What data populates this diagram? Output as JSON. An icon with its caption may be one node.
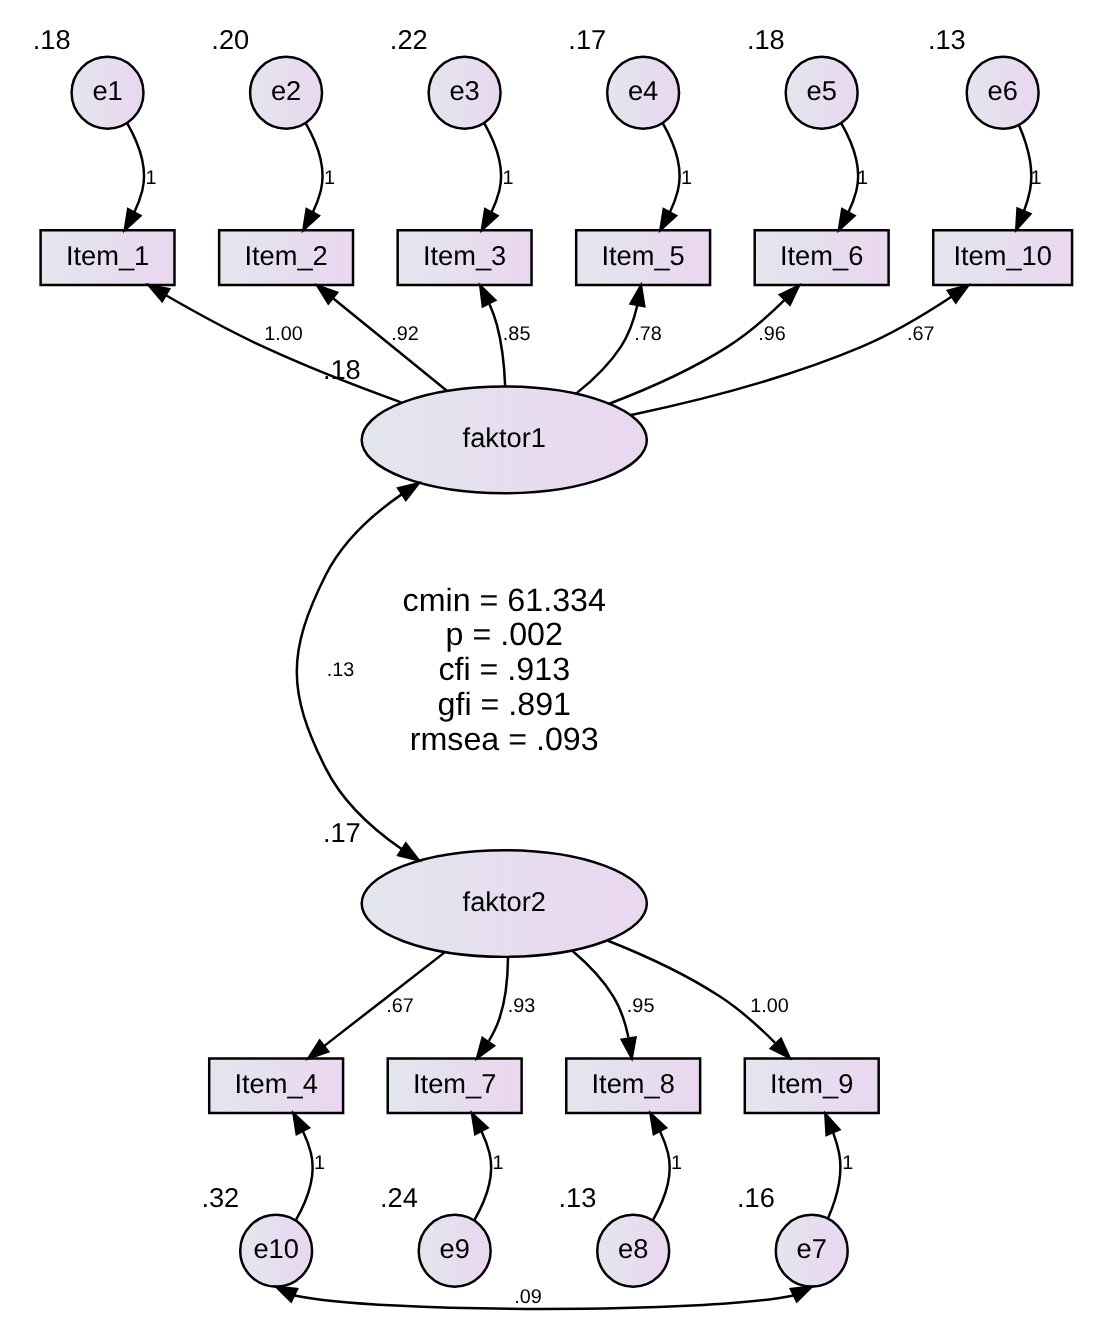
{
  "diagram": {
    "nodes": [
      {
        "text": [
          "e1"
        ],
        "beside": [
          ".18"
        ]
      },
      {
        "text": [
          "e2"
        ],
        "beside": [
          ".20"
        ]
      },
      {
        "text": [
          "e3"
        ],
        "beside": [
          ".22"
        ]
      },
      {
        "text": [
          "e4"
        ],
        "beside": [
          ".17"
        ]
      },
      {
        "text": [
          "e5"
        ],
        "beside": [
          ".18"
        ]
      },
      {
        "text": [
          "e6"
        ],
        "beside": [
          ".13"
        ]
      },
      {
        "text": [
          "Item_1"
        ]
      },
      {
        "text": [
          "Item_2"
        ]
      },
      {
        "text": [
          "Item_3"
        ]
      },
      {
        "text": [
          "Item_5"
        ]
      },
      {
        "text": [
          "Item_6"
        ]
      },
      {
        "text": [
          "Item_10"
        ]
      },
      {
        "text": [
          "faktor1"
        ],
        "beside": [
          ".18"
        ]
      },
      {
        "text": [
          "faktor2"
        ],
        "beside": [
          ".17"
        ]
      },
      {
        "text": [
          "Item_4"
        ]
      },
      {
        "text": [
          "Item_7"
        ]
      },
      {
        "text": [
          "Item_8"
        ]
      },
      {
        "text": [
          "Item_9"
        ]
      },
      {
        "text": [
          "e10"
        ],
        "beside": [
          ".32"
        ]
      },
      {
        "text": [
          "e9"
        ],
        "beside": [
          ".24"
        ]
      },
      {
        "text": [
          "e8"
        ],
        "beside": [
          ".13"
        ]
      },
      {
        "text": [
          "e7"
        ],
        "beside": [
          ".16"
        ]
      }
    ],
    "edges": [
      {
        "from": 0,
        "to": 6,
        "arrow": "to",
        "label": "1"
      },
      {
        "from": 1,
        "to": 7,
        "arrow": "to",
        "label": "1"
      },
      {
        "from": 2,
        "to": 8,
        "arrow": "to",
        "label": "1"
      },
      {
        "from": 3,
        "to": 9,
        "arrow": "to",
        "label": "1"
      },
      {
        "from": 4,
        "to": 10,
        "arrow": "to",
        "label": "1"
      },
      {
        "from": 5,
        "to": 11,
        "arrow": "to",
        "label": "1"
      },
      {
        "from": 12,
        "to": 6,
        "arrow": "to",
        "label": "1.00"
      },
      {
        "from": 12,
        "to": 7,
        "arrow": "to",
        "label": ".92"
      },
      {
        "from": 12,
        "to": 8,
        "arrow": "to",
        "label": ".85"
      },
      {
        "from": 12,
        "to": 9,
        "arrow": "to",
        "label": ".78"
      },
      {
        "from": 12,
        "to": 10,
        "arrow": "to",
        "label": ".96"
      },
      {
        "from": 12,
        "to": 11,
        "arrow": "to",
        "label": ".67"
      },
      {
        "from": 12,
        "to": 13,
        "arrow": "both",
        "label": ".13"
      },
      {
        "from": 13,
        "to": 14,
        "arrow": "to",
        "label": ".67"
      },
      {
        "from": 13,
        "to": 15,
        "arrow": "to",
        "label": ".93"
      },
      {
        "from": 13,
        "to": 16,
        "arrow": "to",
        "label": ".95"
      },
      {
        "from": 13,
        "to": 17,
        "arrow": "to",
        "label": "1.00"
      },
      {
        "from": 18,
        "to": 14,
        "arrow": "to",
        "label": "1"
      },
      {
        "from": 19,
        "to": 15,
        "arrow": "to",
        "label": "1"
      },
      {
        "from": 20,
        "to": 16,
        "arrow": "to",
        "label": "1"
      },
      {
        "from": 21,
        "to": 17,
        "arrow": "to",
        "label": "1"
      },
      {
        "from": 18,
        "to": 21,
        "arrow": "both",
        "label": ".09"
      }
    ],
    "labels": [
      "cmin = 61.334",
      "p = .002",
      "cfi = .913",
      "gfi = .891",
      "rmsea = .093"
    ]
  }
}
